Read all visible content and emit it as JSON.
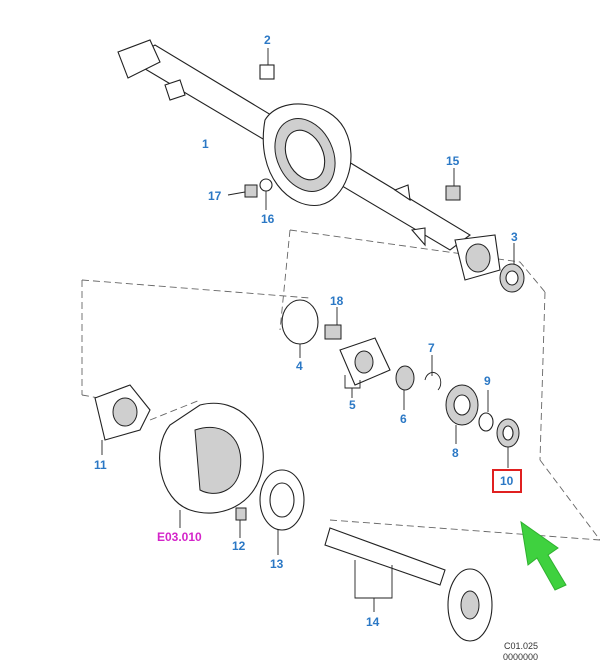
{
  "callouts": [
    {
      "id": "1",
      "text": "1"
    },
    {
      "id": "2",
      "text": "2"
    },
    {
      "id": "3",
      "text": "3"
    },
    {
      "id": "4",
      "text": "4"
    },
    {
      "id": "5",
      "text": "5"
    },
    {
      "id": "6",
      "text": "6"
    },
    {
      "id": "7",
      "text": "7"
    },
    {
      "id": "8",
      "text": "8"
    },
    {
      "id": "9",
      "text": "9"
    },
    {
      "id": "10",
      "text": "10"
    },
    {
      "id": "11",
      "text": "11"
    },
    {
      "id": "12",
      "text": "12"
    },
    {
      "id": "13",
      "text": "13"
    },
    {
      "id": "14",
      "text": "14"
    },
    {
      "id": "15",
      "text": "15"
    },
    {
      "id": "16",
      "text": "16"
    },
    {
      "id": "17",
      "text": "17"
    },
    {
      "id": "18",
      "text": "18"
    }
  ],
  "cross_reference": "E03.010",
  "figure_code": {
    "line1": "C01.025",
    "line2": "0000000"
  },
  "colors": {
    "callout": "#2b78c5",
    "reference": "#d424c9",
    "highlight_box": "#e02020",
    "arrow": "#3fd13f"
  },
  "highlighted_callout": "10"
}
